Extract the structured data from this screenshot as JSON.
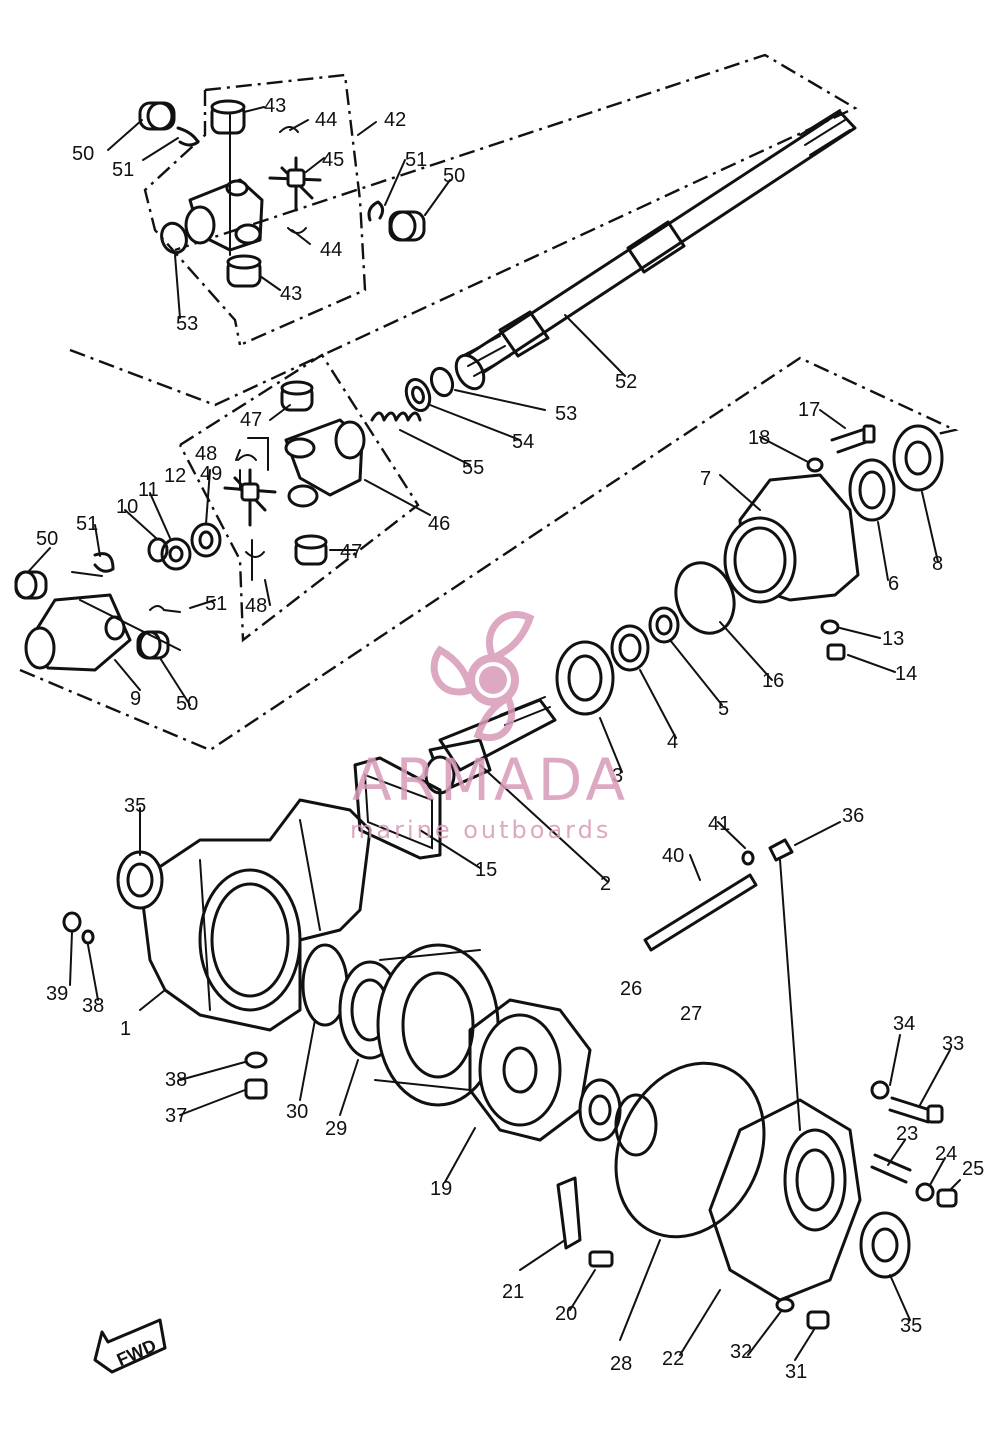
{
  "watermark": {
    "brand": "ARMADA",
    "tagline": "marine outboards",
    "color": "#d89ab8"
  },
  "direction_marker": "FWD",
  "callouts": [
    {
      "id": "c1",
      "text": "1"
    },
    {
      "id": "c2",
      "text": "2"
    },
    {
      "id": "c3",
      "text": "3"
    },
    {
      "id": "c4",
      "text": "4"
    },
    {
      "id": "c5",
      "text": "5"
    },
    {
      "id": "c6",
      "text": "6"
    },
    {
      "id": "c7",
      "text": "7"
    },
    {
      "id": "c8",
      "text": "8"
    },
    {
      "id": "c9",
      "text": "9"
    },
    {
      "id": "c10",
      "text": "10"
    },
    {
      "id": "c11",
      "text": "11"
    },
    {
      "id": "c12",
      "text": "12"
    },
    {
      "id": "c13",
      "text": "13"
    },
    {
      "id": "c14",
      "text": "14"
    },
    {
      "id": "c15",
      "text": "15"
    },
    {
      "id": "c16",
      "text": "16"
    },
    {
      "id": "c17",
      "text": "17"
    },
    {
      "id": "c18",
      "text": "18"
    },
    {
      "id": "c19",
      "text": "19"
    },
    {
      "id": "c20",
      "text": "20"
    },
    {
      "id": "c21",
      "text": "21"
    },
    {
      "id": "c22",
      "text": "22"
    },
    {
      "id": "c23",
      "text": "23"
    },
    {
      "id": "c24",
      "text": "24"
    },
    {
      "id": "c25",
      "text": "25"
    },
    {
      "id": "c26",
      "text": "26"
    },
    {
      "id": "c27",
      "text": "27"
    },
    {
      "id": "c28",
      "text": "28"
    },
    {
      "id": "c29",
      "text": "29"
    },
    {
      "id": "c30",
      "text": "30"
    },
    {
      "id": "c31",
      "text": "31"
    },
    {
      "id": "c32",
      "text": "32"
    },
    {
      "id": "c33",
      "text": "33"
    },
    {
      "id": "c34",
      "text": "34"
    },
    {
      "id": "c35a",
      "text": "35"
    },
    {
      "id": "c35b",
      "text": "35"
    },
    {
      "id": "c36",
      "text": "36"
    },
    {
      "id": "c37",
      "text": "37"
    },
    {
      "id": "c38a",
      "text": "38"
    },
    {
      "id": "c38b",
      "text": "38"
    },
    {
      "id": "c39",
      "text": "39"
    },
    {
      "id": "c40",
      "text": "40"
    },
    {
      "id": "c41",
      "text": "41"
    },
    {
      "id": "c42",
      "text": "42"
    },
    {
      "id": "c43a",
      "text": "43"
    },
    {
      "id": "c43b",
      "text": "43"
    },
    {
      "id": "c44a",
      "text": "44"
    },
    {
      "id": "c44b",
      "text": "44"
    },
    {
      "id": "c45",
      "text": "45"
    },
    {
      "id": "c46",
      "text": "46"
    },
    {
      "id": "c47a",
      "text": "47"
    },
    {
      "id": "c47b",
      "text": "47"
    },
    {
      "id": "c48a",
      "text": "48"
    },
    {
      "id": "c48b",
      "text": "48"
    },
    {
      "id": "c49",
      "text": "49"
    },
    {
      "id": "c50a",
      "text": "50"
    },
    {
      "id": "c50b",
      "text": "50"
    },
    {
      "id": "c50c",
      "text": "50"
    },
    {
      "id": "c50d",
      "text": "50"
    },
    {
      "id": "c51a",
      "text": "51"
    },
    {
      "id": "c51b",
      "text": "51"
    },
    {
      "id": "c51c",
      "text": "51"
    },
    {
      "id": "c51d",
      "text": "51"
    },
    {
      "id": "c52",
      "text": "52"
    },
    {
      "id": "c53a",
      "text": "53"
    },
    {
      "id": "c53b",
      "text": "53"
    },
    {
      "id": "c54",
      "text": "54"
    },
    {
      "id": "c55",
      "text": "55"
    }
  ]
}
